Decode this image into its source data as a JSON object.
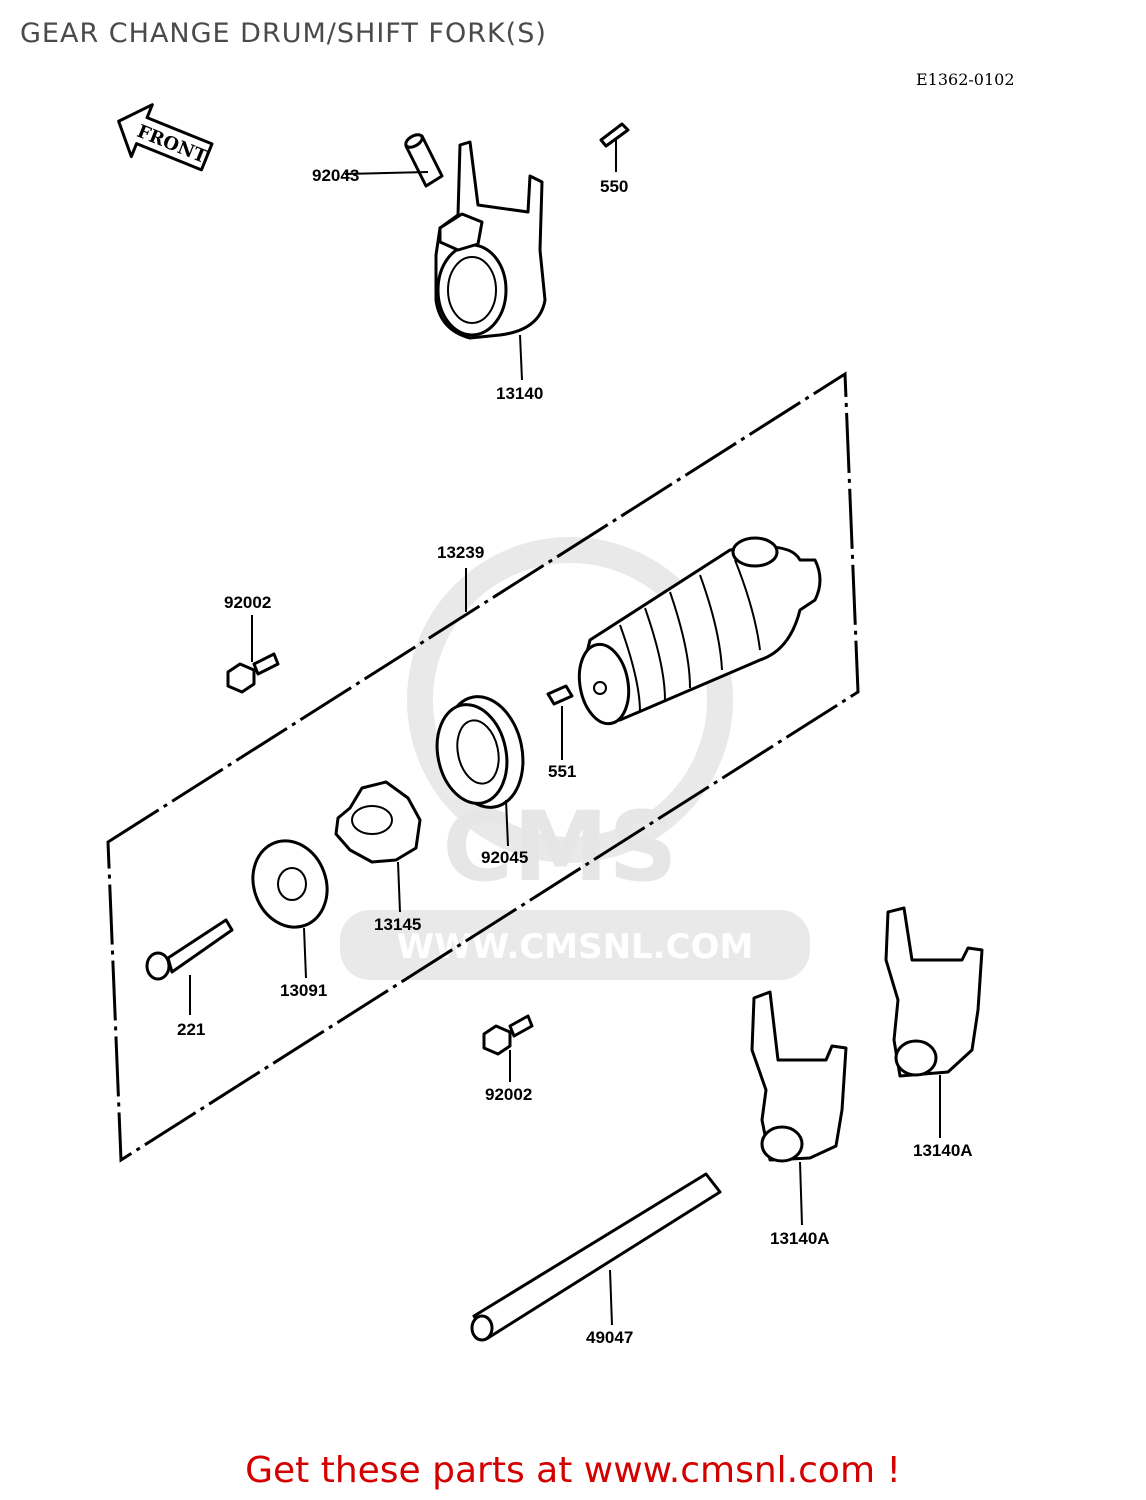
{
  "title": "GEAR CHANGE DRUM/SHIFT FORK(S)",
  "reference_code": "E1362-0102",
  "front_marker": "FRONT",
  "watermark": {
    "brand": "CMS",
    "url": "WWW.CMSNL.COM"
  },
  "footer": "Get these parts at www.cmsnl.com !",
  "colors": {
    "footer": "#d40000",
    "lines": "#000000",
    "watermark": "#e6e6e6"
  },
  "callouts": [
    {
      "name": "callout-92043",
      "part": "92043"
    },
    {
      "name": "callout-550",
      "part": "550"
    },
    {
      "name": "callout-13140",
      "part": "13140"
    },
    {
      "name": "callout-13239",
      "part": "13239"
    },
    {
      "name": "callout-92002-top",
      "part": "92002"
    },
    {
      "name": "callout-551",
      "part": "551"
    },
    {
      "name": "callout-92045",
      "part": "92045"
    },
    {
      "name": "callout-13145",
      "part": "13145"
    },
    {
      "name": "callout-13091",
      "part": "13091"
    },
    {
      "name": "callout-221",
      "part": "221"
    },
    {
      "name": "callout-92002-bottom",
      "part": "92002"
    },
    {
      "name": "callout-13140A-right",
      "part": "13140A"
    },
    {
      "name": "callout-13140A-center",
      "part": "13140A"
    },
    {
      "name": "callout-49047",
      "part": "49047"
    }
  ]
}
